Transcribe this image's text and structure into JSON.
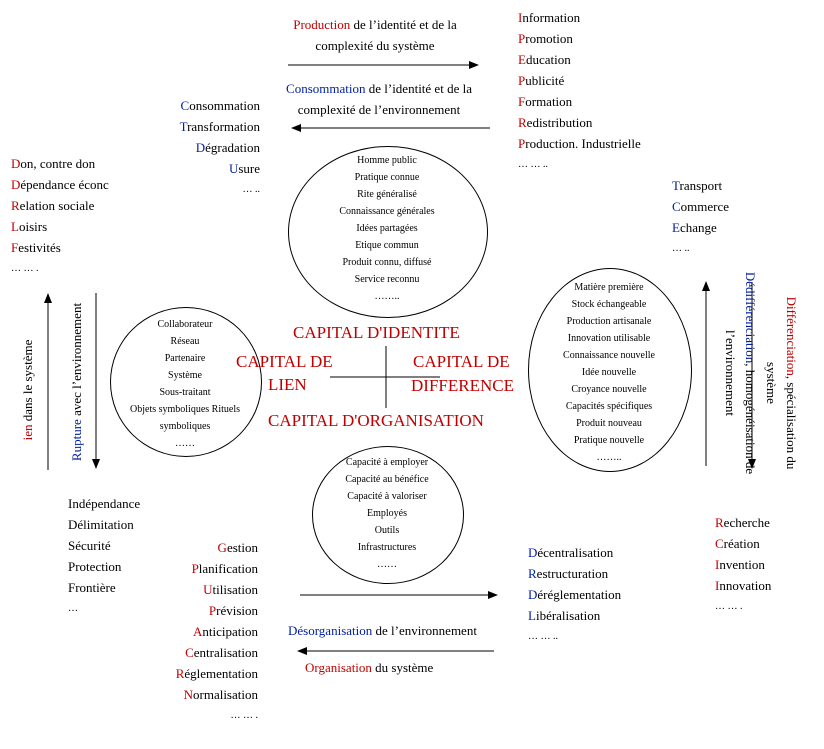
{
  "top": {
    "production_caption": {
      "key": "Production",
      "rest1": " de l’identité et de la",
      "line2": "complexité du système"
    },
    "consommation_caption": {
      "key": "Consommation",
      "rest1": " de l’identité et de la",
      "line2": "complexité de l’environnement"
    },
    "right_list": [
      {
        "i": "I",
        "r": "nformation"
      },
      {
        "i": "P",
        "r": "romotion"
      },
      {
        "i": "E",
        "r": "ducation"
      },
      {
        "i": "P",
        "r": "ublicité"
      },
      {
        "i": "F",
        "r": "ormation"
      },
      {
        "i": "R",
        "r": "edistribution"
      },
      {
        "i": "P",
        "r": "roduction. Industrielle"
      }
    ],
    "right_list_more": "… … ..",
    "left_list": [
      {
        "i": "C",
        "r": "onsommation"
      },
      {
        "i": "T",
        "r": "ransformation"
      },
      {
        "i": "D",
        "r": "égradation"
      },
      {
        "i": "U",
        "r": "sure"
      }
    ],
    "left_list_more": "… ..",
    "circle_items": [
      "Homme public",
      "Pratique connue",
      "Rite généralisé",
      "Connaissance générales",
      "Idées partagées",
      "Etique commun",
      "Produit connu, diffusé",
      "Service reconnu",
      "…….."
    ]
  },
  "left": {
    "list": [
      {
        "i": "D",
        "r": "on, contre don"
      },
      {
        "i": "D",
        "r": "épendance éconc"
      },
      {
        "i": "R",
        "r": "elation sociale"
      },
      {
        "i": "L",
        "r": "oisirs"
      },
      {
        "i": "F",
        "r": "estivités"
      }
    ],
    "list_more": "… … .",
    "circle_items": [
      "Collaborateur",
      "Réseau",
      "Partenaire",
      "Système",
      "Sous-traitant",
      "Objets symboliques Rituels",
      "symboliques",
      "……"
    ],
    "vertical_outer": {
      "key": "ien",
      "rest": " dans le système"
    },
    "vertical_inner": {
      "key": "Rupture",
      "rest": " avec l’environnement"
    },
    "lower_list": [
      "Indépendance",
      "Délimitation",
      "Sécurité",
      "Protection",
      "Frontière"
    ],
    "lower_list_more": "…"
  },
  "right": {
    "list": [
      {
        "i": "T",
        "r": "ransport"
      },
      {
        "i": "C",
        "r": "ommerce"
      },
      {
        "i": "E",
        "r": "change"
      }
    ],
    "list_more": "… ..",
    "circle_items": [
      "Matière première",
      "Stock échangeable",
      "Production artisanale",
      "Innovation utilisable",
      "Connaissance nouvelle",
      "Idée nouvelle",
      "Croyance nouvelle",
      "Capacités spécifiques",
      "Produit nouveau",
      "Pratique nouvelle",
      "…….."
    ],
    "vertical_blue": {
      "key": "Dédifférenciation",
      "rest": ", homogénéisation de",
      "line2": "l’environnement"
    },
    "vertical_red": {
      "key": "Différenciation",
      "rest": ", spécialisation du",
      "line2": "système"
    },
    "lower_list": [
      {
        "i": "R",
        "r": "echerche"
      },
      {
        "i": "C",
        "r": "réation"
      },
      {
        "i": "I",
        "r": "nvention"
      },
      {
        "i": "I",
        "r": "nnovation"
      }
    ],
    "lower_list_more": "… … ."
  },
  "center": {
    "identite": "CAPITAL D'IDENTITE",
    "lien_1": "CAPITAL DE",
    "lien_2": "LIEN",
    "difference_1": "CAPITAL DE",
    "difference_2": "DIFFERENCE",
    "organisation": "CAPITAL D'ORGANISATION"
  },
  "bottom": {
    "circle_items": [
      "Capacité à employer",
      "Capacité au bénéfice",
      "Capacité à valoriser",
      "Employés",
      "Outils",
      "Infrastructures",
      "……"
    ],
    "left_list": [
      {
        "i": "G",
        "r": "estion"
      },
      {
        "i": "P",
        "r": "lanification"
      },
      {
        "i": "U",
        "r": "tilisation"
      },
      {
        "i": "P",
        "r": "révision"
      },
      {
        "i": "A",
        "r": "nticipation"
      },
      {
        "i": "C",
        "r": "entralisation"
      },
      {
        "i": "R",
        "r": "églementation"
      },
      {
        "i": "N",
        "r": "ormalisation"
      }
    ],
    "left_list_more": "… … .",
    "right_list": [
      {
        "i": "D",
        "r": "écentralisation"
      },
      {
        "i": "R",
        "r": "estructuration"
      },
      {
        "i": "D",
        "r": "éréglementation"
      },
      {
        "i": "L",
        "r": "ibéralisation"
      }
    ],
    "right_list_more": "… … ..",
    "desorganisation": {
      "key": "Désorganisation",
      "rest": " de l’environnement"
    },
    "organisation": {
      "key": "Organisation",
      "rest": " du système"
    }
  },
  "colors": {
    "red": "#c00000",
    "blue": "#001f9e",
    "ink": "#000000"
  }
}
